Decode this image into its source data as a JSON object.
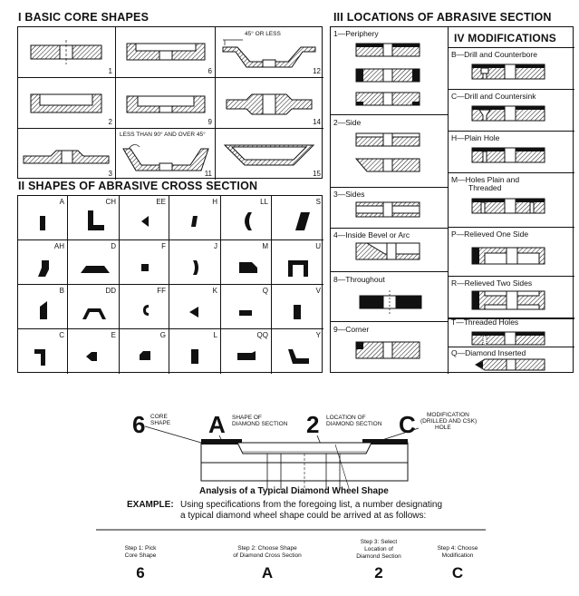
{
  "section1": {
    "title": "I  BASIC CORE SHAPES",
    "cells": [
      {
        "num": "1"
      },
      {
        "num": "6"
      },
      {
        "num": "12",
        "note": "45° OR LESS"
      },
      {
        "num": "2"
      },
      {
        "num": "9"
      },
      {
        "num": "14"
      },
      {
        "num": "3"
      },
      {
        "num": "11",
        "note": "LESS THAN 90° AND OVER 45°"
      },
      {
        "num": "15"
      }
    ]
  },
  "section2": {
    "title": "II SHAPES OF ABRASIVE CROSS SECTION",
    "letters": [
      "A",
      "CH",
      "EE",
      "H",
      "LL",
      "S",
      "AH",
      "D",
      "F",
      "J",
      "M",
      "U",
      "B",
      "DD",
      "FF",
      "K",
      "Q",
      "V",
      "C",
      "E",
      "G",
      "L",
      "QQ",
      "Y"
    ]
  },
  "section3": {
    "title": "III LOCATIONS OF ABRASIVE SECTION",
    "items": [
      "1—Periphery",
      "2—Side",
      "3—Sides",
      "4—Inside Bevel or Arc",
      "8—Throughout",
      "9—Corner"
    ]
  },
  "section4": {
    "title": "IV MODIFICATIONS",
    "items": [
      "B—Drill and Counterbore",
      "C—Drill and Countersink",
      "H—Plain Hole",
      "M—Holes Plain and",
      "Threaded",
      "P—Relieved One Side",
      "R—Relieved Two Sides",
      "T—Threaded Holes",
      "Q—Diamond Inserted"
    ]
  },
  "analysis": {
    "big_6": "6",
    "big_a": "A",
    "big_2": "2",
    "big_c": "C",
    "core_lbl": [
      "CORE",
      "SHAPE"
    ],
    "shape_lbl": [
      "SHAPE OF",
      "DIAMOND SECTION"
    ],
    "loc_lbl": [
      "LOCATION OF",
      "DIAMOND SECTION"
    ],
    "mod_lbl": [
      "MODIFICATION",
      "(DRILLED AND CSK)",
      "HOLE"
    ],
    "caption": "Analysis of a Typical Diamond Wheel Shape",
    "example_label": "EXAMPLE:",
    "example_line1": "Using specifications from the foregoing list, a number designating",
    "example_line2": "a typical diamond wheel shape could be arrived at as follows:"
  },
  "steps": [
    {
      "label": "Step 1: Pick\nCore Shape",
      "value": "6"
    },
    {
      "label": "Step 2: Choose Shape\nof Diamond Cross Section",
      "value": "A"
    },
    {
      "label": "Step 3: Select\nLocation of\nDiamond Section",
      "value": "2"
    },
    {
      "label": "Step 4: Choose\nModification",
      "value": "C"
    }
  ]
}
